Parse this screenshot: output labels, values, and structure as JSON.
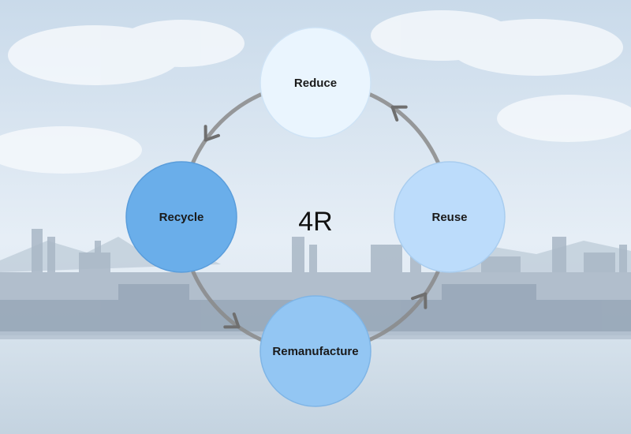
{
  "diagram": {
    "center": "4R",
    "nodes": [
      {
        "id": "reduce",
        "label": "Reduce",
        "fill": "#eaf5fe",
        "stroke": "#cfe3f5"
      },
      {
        "id": "reuse",
        "label": "Reuse",
        "fill": "#bcdcfb",
        "stroke": "#a9cdef"
      },
      {
        "id": "remanufacture",
        "label": "Remanufacture",
        "fill": "#93c6f3",
        "stroke": "#7fb5e6"
      },
      {
        "id": "recycle",
        "label": "Recycle",
        "fill": "#6aaeea",
        "stroke": "#5a9ddb"
      }
    ],
    "cycle_color": "#8a8a8a"
  }
}
